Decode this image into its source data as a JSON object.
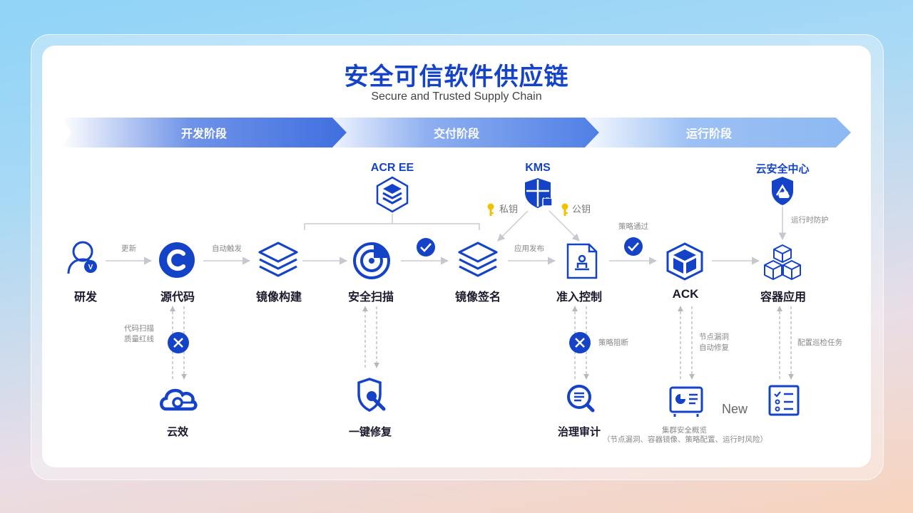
{
  "title": "安全可信软件供应链",
  "subtitle": "Secure and Trusted Supply Chain",
  "stages": [
    "开发阶段",
    "交付阶段",
    "运行阶段"
  ],
  "top_services": {
    "acr": "ACR EE",
    "kms": "KMS",
    "cloud_security": "云安全中心"
  },
  "keys": {
    "private": "私钥",
    "public": "公钥"
  },
  "nodes": {
    "dev": "研发",
    "source": "源代码",
    "build": "镜像构建",
    "scan": "安全扫描",
    "sign": "镜像签名",
    "admission": "准入控制",
    "ack": "ACK",
    "app": "容器应用"
  },
  "bottom_nodes": {
    "yunxiao": "云效",
    "fix": "一键修复",
    "audit": "治理审计"
  },
  "edge_labels": {
    "update": "更新",
    "auto_trigger": "自动触发",
    "app_publish": "应用发布",
    "policy_pass": "策略通过",
    "runtime_protect": "运行时防护",
    "code_scan": "代码扫描",
    "quality_line": "质量红线",
    "policy_block": "策略阻断",
    "node_vuln": "节点漏洞",
    "auto_fix": "自动修复",
    "config_patrol": "配置巡检任务"
  },
  "new_badge": "New",
  "overview": {
    "title": "集群安全概览",
    "detail": "（节点漏洞、容器镜像、策略配置、运行时风险）"
  },
  "colors": {
    "primary": "#1443c8",
    "arrow": "#c9ccd3",
    "key": "#f2c200"
  }
}
